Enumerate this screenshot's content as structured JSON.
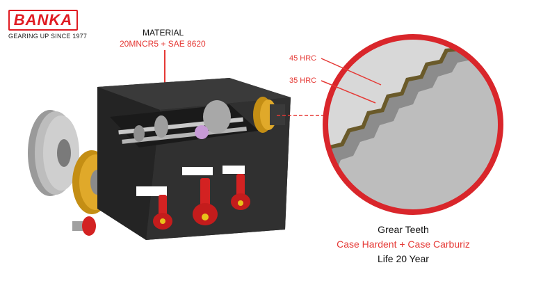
{
  "logo": {
    "text": "BANKA",
    "tagline": "GEARING UP SINCE 1977"
  },
  "material": {
    "title": "MATERIAL",
    "value": "20MNCR5 + SAE 8620"
  },
  "zoom_labels": {
    "outer": "45 HRC",
    "inner": "35 HRC"
  },
  "caption": {
    "line1": "Grear Teeth",
    "line2": "Case Hardent + Case Carburiz",
    "line3": "Life 20 Year"
  },
  "colors": {
    "brand_red": "#e01b22",
    "accent_red": "#e53935",
    "body_dark": "#2b2b2b",
    "gear_gold": "#d9a521"
  }
}
